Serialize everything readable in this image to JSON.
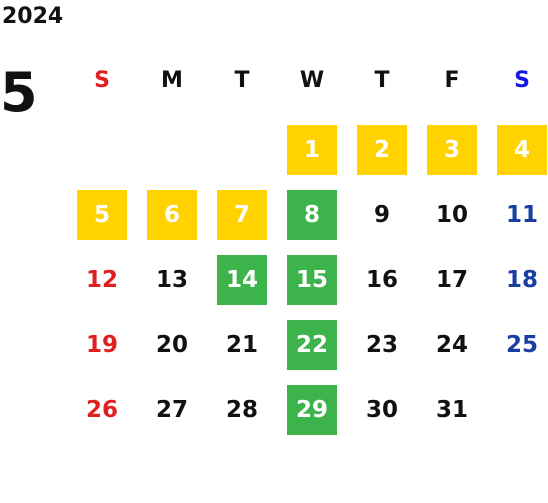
{
  "year": "2024",
  "month": "5",
  "colors": {
    "sunday": "#e02020",
    "saturday": "#1a3fa0",
    "saturday_header": "#1414e6",
    "weekday": "#111111",
    "highlight_yellow": "#ffd200",
    "highlight_green": "#3cb44b"
  },
  "weekdays": [
    "S",
    "M",
    "T",
    "W",
    "T",
    "F",
    "S"
  ],
  "weeks": [
    [
      null,
      null,
      null,
      {
        "day": "1",
        "highlight": "yellow"
      },
      {
        "day": "2",
        "highlight": "yellow"
      },
      {
        "day": "3",
        "highlight": "yellow"
      },
      {
        "day": "4",
        "highlight": "yellow"
      }
    ],
    [
      {
        "day": "5",
        "highlight": "yellow"
      },
      {
        "day": "6",
        "highlight": "yellow"
      },
      {
        "day": "7",
        "highlight": "yellow"
      },
      {
        "day": "8",
        "highlight": "green"
      },
      {
        "day": "9"
      },
      {
        "day": "10"
      },
      {
        "day": "11"
      }
    ],
    [
      {
        "day": "12"
      },
      {
        "day": "13"
      },
      {
        "day": "14",
        "highlight": "green"
      },
      {
        "day": "15",
        "highlight": "green"
      },
      {
        "day": "16"
      },
      {
        "day": "17"
      },
      {
        "day": "18"
      }
    ],
    [
      {
        "day": "19"
      },
      {
        "day": "20"
      },
      {
        "day": "21"
      },
      {
        "day": "22",
        "highlight": "green"
      },
      {
        "day": "23"
      },
      {
        "day": "24"
      },
      {
        "day": "25"
      }
    ],
    [
      {
        "day": "26"
      },
      {
        "day": "27"
      },
      {
        "day": "28"
      },
      {
        "day": "29",
        "highlight": "green"
      },
      {
        "day": "30"
      },
      {
        "day": "31"
      },
      null
    ]
  ]
}
